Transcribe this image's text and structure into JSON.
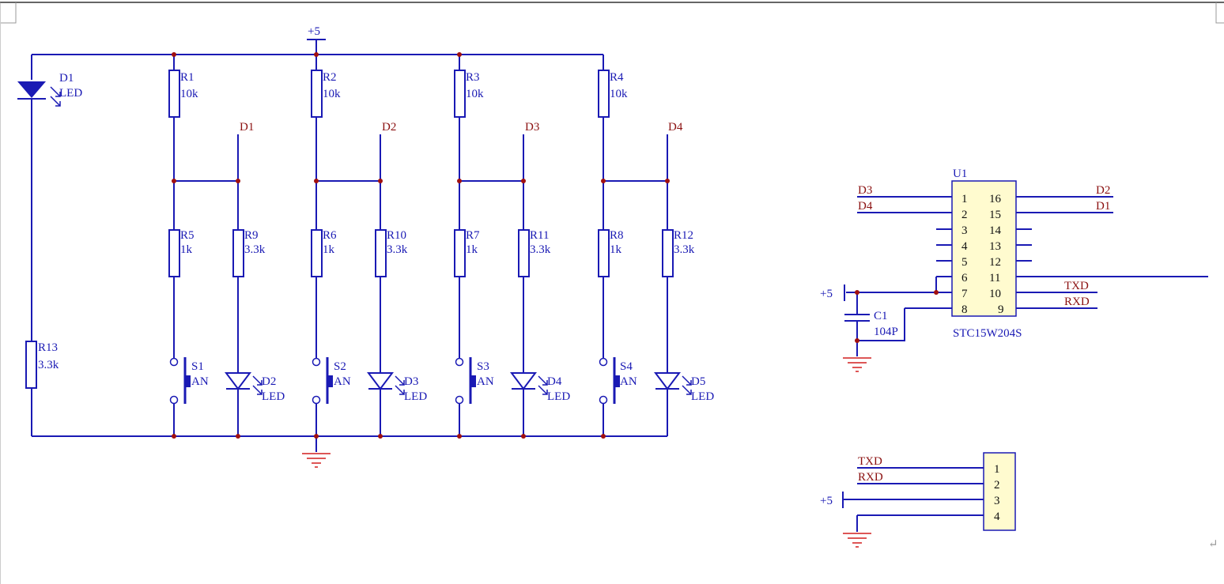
{
  "power_label": "+5",
  "net_labels": {
    "d1": "D1",
    "d2": "D2",
    "d3": "D3",
    "d4": "D4"
  },
  "parts": {
    "D1": {
      "ref": "D1",
      "value": "LED"
    },
    "R13": {
      "ref": "R13",
      "value": "3.3k"
    },
    "R1": {
      "ref": "R1",
      "value": "10k"
    },
    "R2": {
      "ref": "R2",
      "value": "10k"
    },
    "R3": {
      "ref": "R3",
      "value": "10k"
    },
    "R4": {
      "ref": "R4",
      "value": "10k"
    },
    "R5": {
      "ref": "R5",
      "value": "1k"
    },
    "R6": {
      "ref": "R6",
      "value": "1k"
    },
    "R7": {
      "ref": "R7",
      "value": "1k"
    },
    "R8": {
      "ref": "R8",
      "value": "1k"
    },
    "R9": {
      "ref": "R9",
      "value": "3.3k"
    },
    "R10": {
      "ref": "R10",
      "value": "3.3k"
    },
    "R11": {
      "ref": "R11",
      "value": "3.3k"
    },
    "R12": {
      "ref": "R12",
      "value": "3.3k"
    },
    "S1": {
      "ref": "S1",
      "value": "AN"
    },
    "S2": {
      "ref": "S2",
      "value": "AN"
    },
    "S3": {
      "ref": "S3",
      "value": "AN"
    },
    "S4": {
      "ref": "S4",
      "value": "AN"
    },
    "D2": {
      "ref": "D2",
      "value": "LED"
    },
    "D3": {
      "ref": "D3",
      "value": "LED"
    },
    "D4": {
      "ref": "D4",
      "value": "LED"
    },
    "D5": {
      "ref": "D5",
      "value": "LED"
    },
    "C1": {
      "ref": "C1",
      "value": "104P"
    }
  },
  "u1": {
    "ref": "U1",
    "part": "STC15W204S",
    "left_pins": [
      "1",
      "2",
      "3",
      "4",
      "5",
      "6",
      "7",
      "8"
    ],
    "right_pins": [
      "16",
      "15",
      "14",
      "13",
      "12",
      "11",
      "10",
      "9"
    ],
    "left_nets": {
      "p1": "D3",
      "p2": "D4"
    },
    "right_nets": {
      "p16": "D2",
      "p15": "D1",
      "p10": "TXD",
      "p9": "RXD"
    }
  },
  "connector": {
    "pins": [
      "1",
      "2",
      "3",
      "4"
    ],
    "nets": {
      "p1": "TXD",
      "p2": "RXD"
    },
    "power": "+5"
  },
  "colors": {
    "wire": "#1a1ab4",
    "ground": "#d21e1e",
    "net_label": "#8b1010",
    "junction": "#a01010"
  }
}
